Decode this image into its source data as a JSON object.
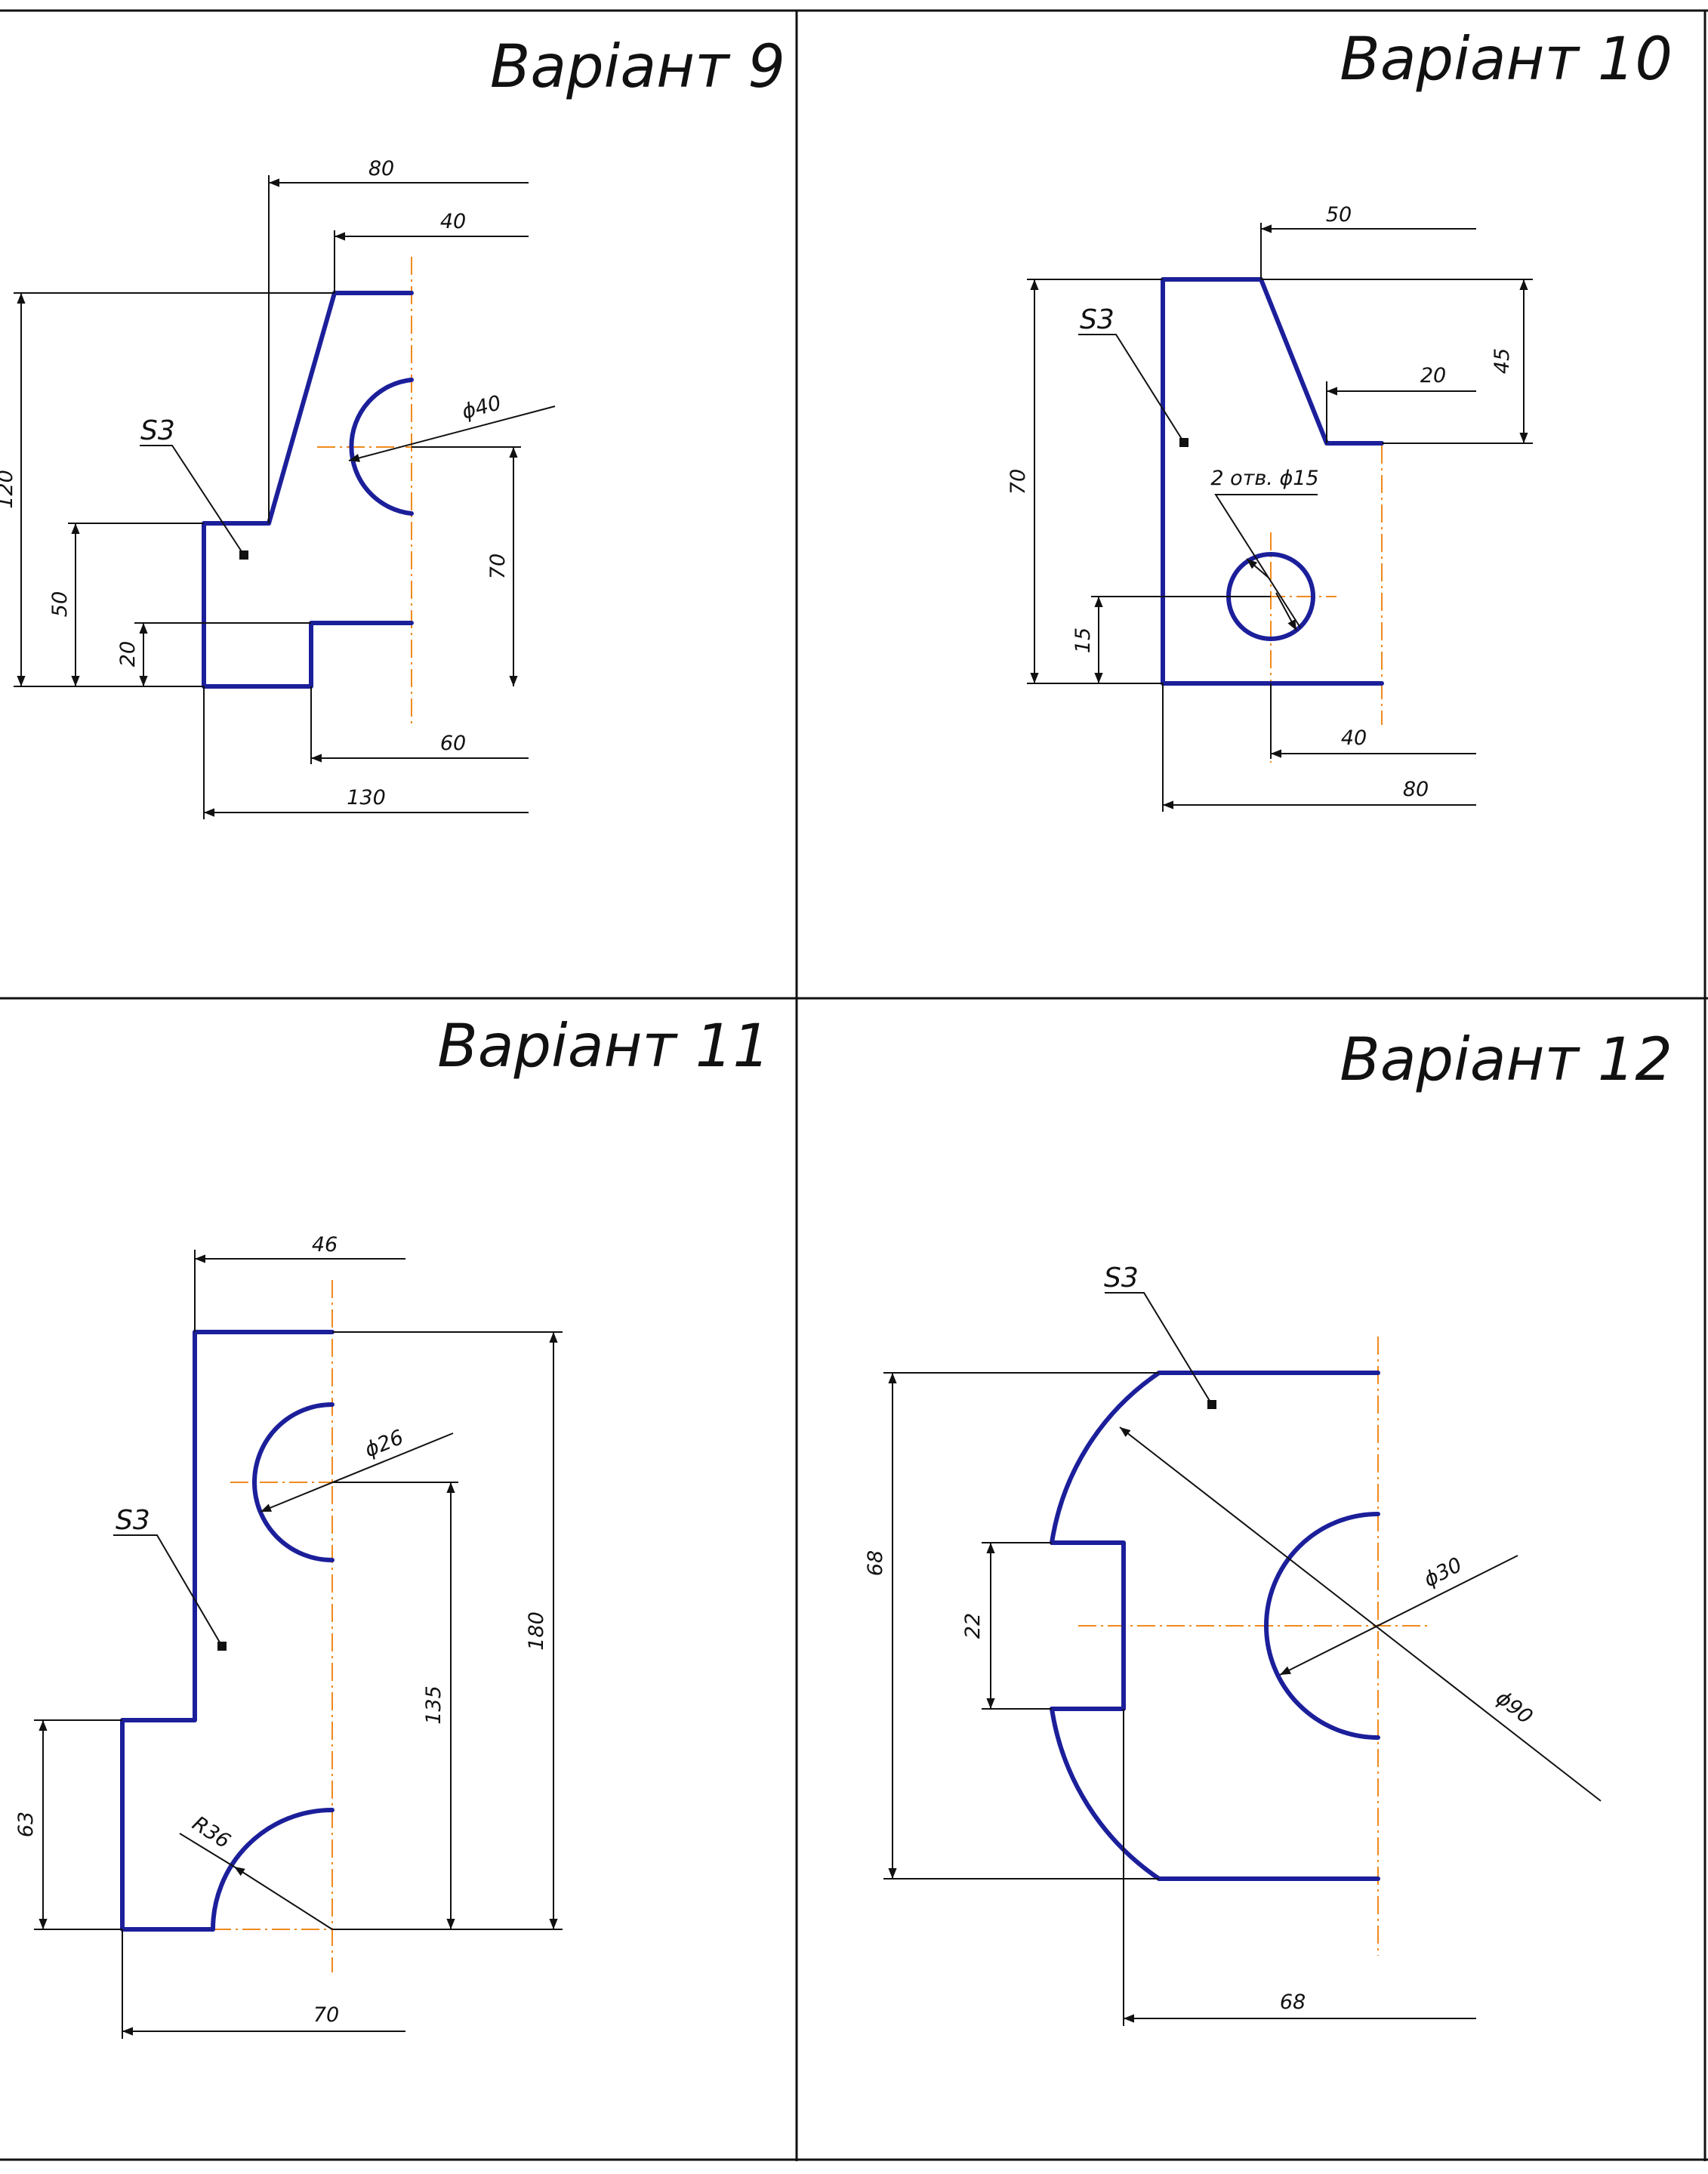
{
  "colors": {
    "contour": "#1c1f9a",
    "axis": "#f08a1c",
    "dimension": "#111111"
  },
  "variants": [
    {
      "title": "Варіант 9",
      "section_label": "S3",
      "dims": {
        "d80": "80",
        "d40": "40",
        "d120": "120",
        "d50": "50",
        "d20": "20",
        "d70": "70",
        "d60": "60",
        "d130": "130",
        "phi40": "ϕ40"
      }
    },
    {
      "title": "Варіант 10",
      "section_label": "S3",
      "dims": {
        "d50": "50",
        "d45": "45",
        "d20": "20",
        "d70": "70",
        "holes": "2 отв. ϕ15",
        "d15": "15",
        "d40": "40",
        "d80": "80"
      }
    },
    {
      "title": "Варіант 11",
      "section_label": "S3",
      "dims": {
        "d46": "46",
        "phi26": "ϕ26",
        "d180": "180",
        "d135": "135",
        "d63": "63",
        "r36": "R36",
        "d70": "70"
      }
    },
    {
      "title": "Варіант 12",
      "section_label": "S3",
      "dims": {
        "d68v": "68",
        "d22": "22",
        "phi30": "ϕ30",
        "phi90": "ϕ90",
        "d68h": "68"
      }
    }
  ]
}
